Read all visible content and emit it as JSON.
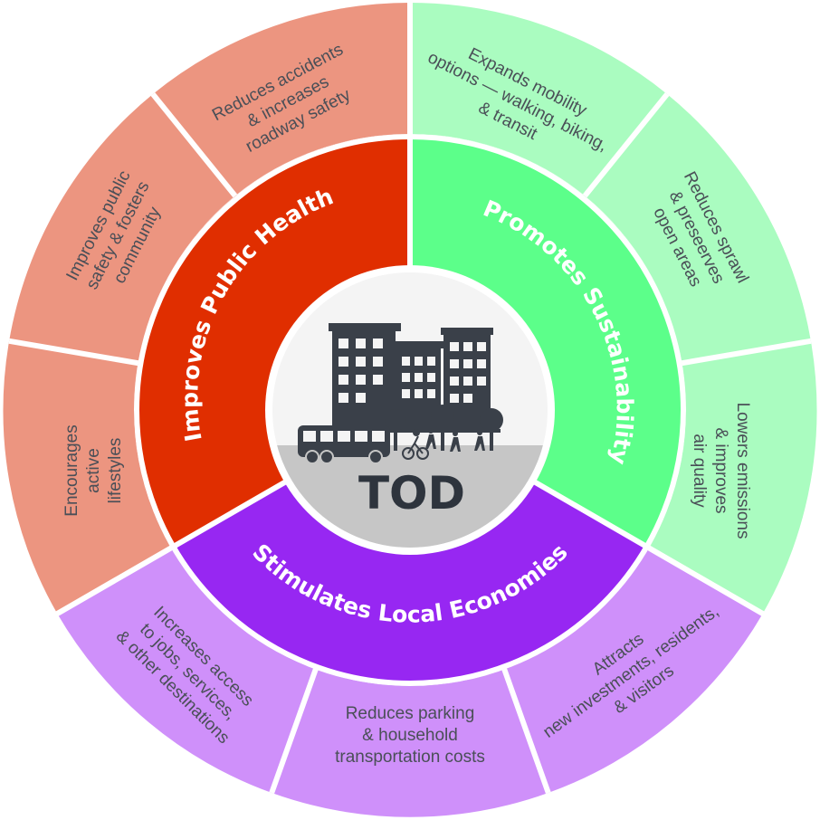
{
  "center": {
    "label": "TOD"
  },
  "colors": {
    "health_inner": "#e02e00",
    "health_outer": "#ec9580",
    "sustain_inner": "#5cff8a",
    "sustain_outer": "#aafcc0",
    "economy_inner": "#9727f2",
    "economy_outer": "#cf90fa",
    "center_ground": "#c6c6c6",
    "icon_dark": "#3a4049"
  },
  "sections": [
    {
      "key": "health",
      "label": "Improves Public Health",
      "items": [
        "Reduces accidents & increases roadway safety",
        "Improves public safety & fosters community",
        "Encourages active lifestyles"
      ]
    },
    {
      "key": "sustain",
      "label": "Promotes Sustainability",
      "items": [
        "Expands mobility options — walking, biking, & transit",
        "Reduces sprawl & preseerves open areas",
        "Lowers emissions & improves air quality"
      ]
    },
    {
      "key": "economy",
      "label": "Stimulates Local Economies",
      "items": [
        "Increases access to jobs, services, & other destinations",
        "Reduces parking & household transportation costs",
        "Attracts new investments, residents, & visitors"
      ]
    }
  ]
}
